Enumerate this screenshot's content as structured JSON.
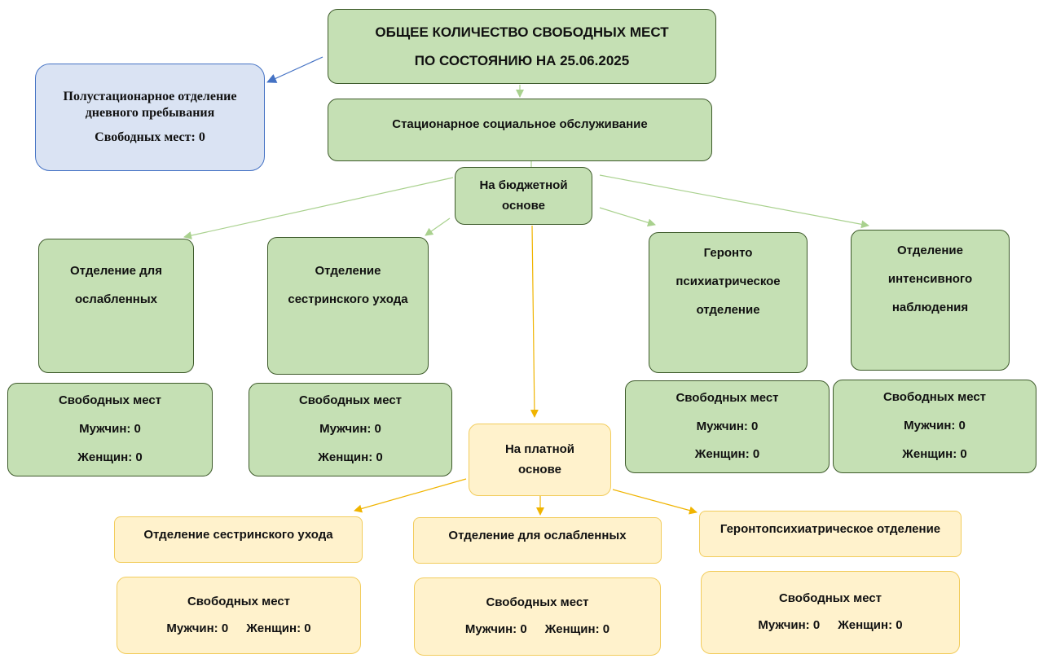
{
  "title": {
    "line1": "ОБЩЕЕ КОЛИЧЕСТВО СВОБОДНЫХ МЕСТ",
    "line2": "ПО СОСТОЯНИЮ НА 25.06.2025"
  },
  "day_care": {
    "line1": "Полустационарное отделение",
    "line2": "дневного пребывания",
    "free": "Свободных мест: 0"
  },
  "stationary": {
    "label": "Стационарное социальное обслуживание"
  },
  "budget": {
    "label_line1": "На бюджетной",
    "label_line2": "основе",
    "departments": [
      {
        "lines": [
          "Отделение для",
          "ослабленных"
        ],
        "free_title": "Свободных мест",
        "men": "Мужчин: 0",
        "women": "Женщин: 0"
      },
      {
        "lines": [
          "Отделение",
          "сестринского ухода"
        ],
        "free_title": "Свободных мест",
        "men": "Мужчин: 0",
        "women": "Женщин: 0"
      },
      {
        "lines": [
          "Геронто",
          "психиатрическое",
          "отделение"
        ],
        "free_title": "Свободных мест",
        "men": "Мужчин: 0",
        "women": "Женщин: 0"
      },
      {
        "lines": [
          "Отделение",
          "интенсивного",
          "наблюдения"
        ],
        "free_title": "Свободных мест",
        "men": "Мужчин: 0",
        "women": "Женщин: 0"
      }
    ]
  },
  "paid": {
    "label_line1": "На платной",
    "label_line2": "основе",
    "departments": [
      {
        "label": "Отделение сестринского ухода",
        "free_title": "Свободных мест",
        "men": "Мужчин: 0",
        "women": "Женщин: 0"
      },
      {
        "label": "Отделение для ослабленных",
        "free_title": "Свободных мест",
        "men": "Мужчин: 0",
        "women": "Женщин: 0"
      },
      {
        "label": "Геронтопсихиатрическое отделение",
        "free_title": "Свободных мест",
        "men": "Мужчин: 0",
        "women": "Женщин: 0"
      }
    ]
  },
  "colors": {
    "green_fill": "#c5e0b4",
    "green_border": "#3d5a2a",
    "blue_fill": "#dae3f3",
    "blue_border": "#4472c4",
    "yellow_fill": "#fff2cc",
    "yellow_border": "#f2cc5c",
    "arrow_green": "#a9d18e",
    "arrow_yellow": "#f0b400",
    "arrow_blue": "#4472c4"
  }
}
